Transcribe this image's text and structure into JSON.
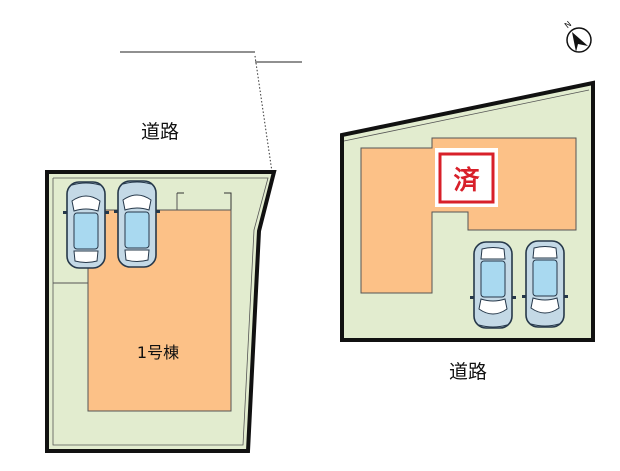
{
  "labels": {
    "road_top": "道路",
    "road_bottom": "道路",
    "building_1": "1号棟",
    "sold_stamp": "済",
    "compass_north": "N"
  },
  "colors": {
    "lot_fill": "#e2eccf",
    "building_fill": "#fcc187",
    "lot_border": "#111111",
    "stamp_red": "#d8202a",
    "car_glass": "#a9d9f0"
  },
  "icons": {
    "compass": "north-arrow-icon",
    "car": "car-icon"
  }
}
